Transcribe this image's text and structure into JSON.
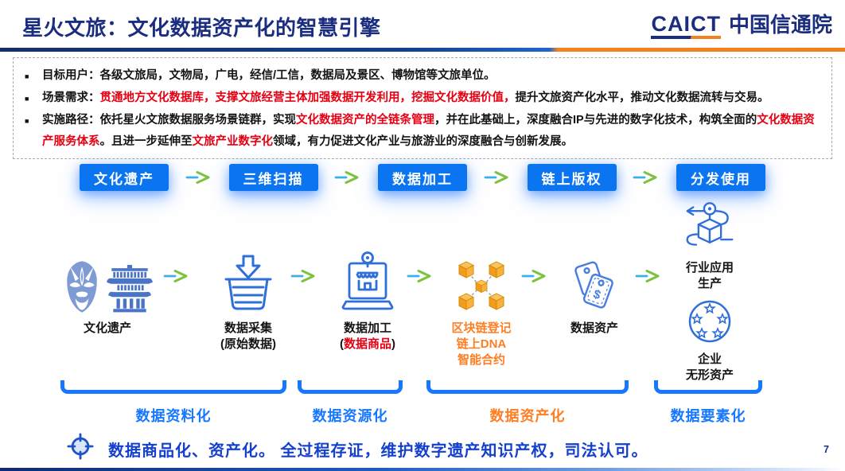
{
  "header": {
    "title": "星火文旅：文化数据资产化的智慧引擎",
    "logo_en": "CAICT",
    "logo_cn": "中国信通院"
  },
  "info_box": {
    "bullets": [
      [
        {
          "t": "目标用户：各级文旅局，文物局，广电，经信/工信，数据局及景区、博物馆等文旅单位。",
          "c": "dark"
        }
      ],
      [
        {
          "t": "场景需求：",
          "c": "dark"
        },
        {
          "t": "贯通地方文化数据库，支撑文旅经营主体加强数据开发利用，挖掘文化数据价值，",
          "c": "red"
        },
        {
          "t": "提升文旅资产化水平，推动文化数据流转与交易。",
          "c": "dark"
        }
      ],
      [
        {
          "t": "实施路径：依托星火文旅数据服务场景链群，实现",
          "c": "dark"
        },
        {
          "t": "文化数据资产的全链条管理",
          "c": "red"
        },
        {
          "t": "，并在此基础上，深度融合IP与先进的数字化技术，构筑全面的",
          "c": "dark"
        },
        {
          "t": "文化数据资产服务体系",
          "c": "red"
        },
        {
          "t": "。且进一步延伸至",
          "c": "dark"
        },
        {
          "t": "文旅产业数字化",
          "c": "red"
        },
        {
          "t": "领域，有力促进文化产业与旅游业的深度融合与创新发展。",
          "c": "dark"
        }
      ]
    ]
  },
  "pipeline": {
    "steps": [
      "文化遗产",
      "三维扫描",
      "数据加工",
      "链上版权",
      "分发使用"
    ]
  },
  "flow": {
    "items": [
      {
        "icon": "opera-mask-temple-icon",
        "lines": [
          [
            {
              "t": "文化遗产",
              "c": "dark"
            }
          ]
        ]
      },
      {
        "icon": "data-collect-basket-icon",
        "lines": [
          [
            {
              "t": "数据采集",
              "c": "dark"
            }
          ],
          [
            {
              "t": "(原始数据)",
              "c": "dark"
            }
          ]
        ]
      },
      {
        "icon": "data-process-laptop-icon",
        "lines": [
          [
            {
              "t": "数据加工",
              "c": "dark"
            }
          ],
          [
            {
              "t": "(",
              "c": "dark"
            },
            {
              "t": "数据商品",
              "c": "red"
            },
            {
              "t": ")",
              "c": "dark"
            }
          ]
        ]
      },
      {
        "icon": "blockchain-cubes-icon",
        "lines": [
          [
            {
              "t": "区块链登记",
              "c": "orange"
            }
          ],
          [
            {
              "t": "链上DNA",
              "c": "orange"
            }
          ],
          [
            {
              "t": "智能合约",
              "c": "orange"
            }
          ]
        ]
      },
      {
        "icon": "price-tags-icon",
        "lines": [
          [
            {
              "t": "数据资产",
              "c": "dark"
            }
          ]
        ]
      }
    ],
    "outputs": {
      "top": {
        "icon": "industry-distribution-icon",
        "lines": [
          [
            {
              "t": "行业应用",
              "c": "dark"
            }
          ],
          [
            {
              "t": "生产",
              "c": "dark"
            }
          ]
        ]
      },
      "bottom": {
        "icon": "intangible-assets-stars-icon",
        "lines": [
          [
            {
              "t": "企业",
              "c": "dark"
            }
          ],
          [
            {
              "t": "无形资产",
              "c": "dark"
            }
          ]
        ]
      }
    }
  },
  "stages": [
    {
      "label": "数据资料化",
      "color": "blue"
    },
    {
      "label": "数据资源化",
      "color": "blue"
    },
    {
      "label": "数据资产化",
      "color": "orange"
    },
    {
      "label": "数据要素化",
      "color": "blue"
    }
  ],
  "footer": {
    "note": "数据商品化、资产化。 全过程存证，维护数字遗产知识产权，司法认可。",
    "page": "7"
  },
  "colors": {
    "title_navy": "#1b2d7e",
    "highlight_red": "#e60012",
    "button_blue": "#0b74f0",
    "stage_blue": "#1677ff",
    "stage_orange": "#ff7e23",
    "note_blue": "#1540cc",
    "icon_blue": "#2f6fd8",
    "cube_orange": "#f7a823",
    "divider_orange": "#f58220",
    "arrow_green": "#7cc23f",
    "arrow_blue": "#38b0e8"
  }
}
